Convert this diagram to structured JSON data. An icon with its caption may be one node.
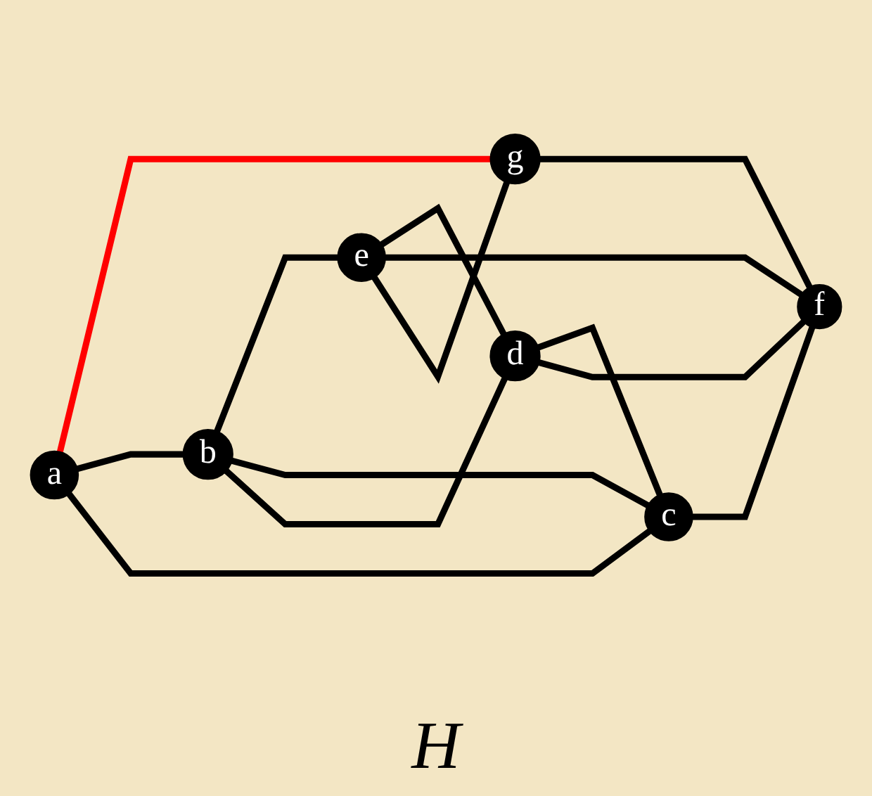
{
  "diagram": {
    "caption": "H",
    "nodes": [
      {
        "text": [
          "a"
        ]
      },
      {
        "text": [
          "b"
        ]
      },
      {
        "text": [
          "e"
        ]
      },
      {
        "text": [
          "d"
        ]
      },
      {
        "text": [
          "g"
        ]
      },
      {
        "text": [
          "c"
        ]
      },
      {
        "text": [
          "f"
        ]
      }
    ],
    "edges": [
      {
        "from": 0,
        "to": 4,
        "arrow": "none",
        "color": "#ff0000"
      },
      {
        "from": 1,
        "to": 2,
        "arrow": "none"
      },
      {
        "from": 0,
        "to": 1,
        "arrow": "none"
      },
      {
        "from": 0,
        "to": 5,
        "arrow": "none"
      },
      {
        "from": 1,
        "to": 5,
        "arrow": "none"
      },
      {
        "from": 1,
        "to": 3,
        "arrow": "none"
      },
      {
        "from": 2,
        "to": 3,
        "arrow": "none"
      },
      {
        "from": 2,
        "to": 6,
        "arrow": "none"
      },
      {
        "from": 2,
        "to": 4,
        "arrow": "none"
      },
      {
        "from": 3,
        "to": 5,
        "arrow": "none"
      },
      {
        "from": 3,
        "to": 6,
        "arrow": "none"
      },
      {
        "from": 4,
        "to": 6,
        "arrow": "none"
      },
      {
        "from": 5,
        "to": 6,
        "arrow": "none"
      }
    ]
  }
}
